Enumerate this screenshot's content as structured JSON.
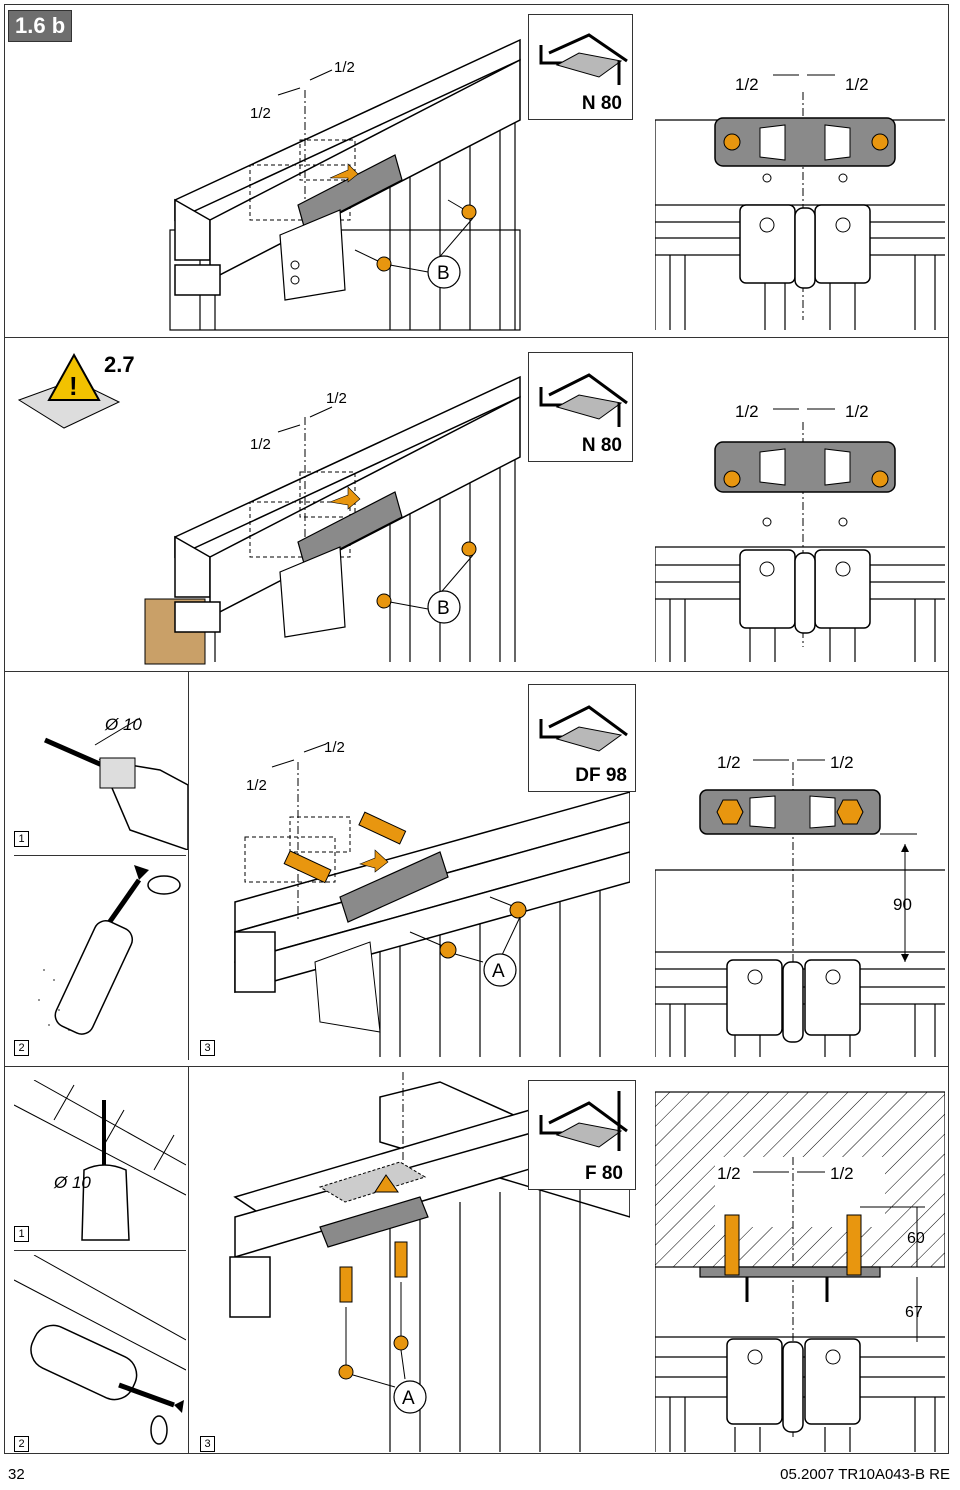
{
  "step_label": "1.6 b",
  "warning": {
    "ref": "2.7"
  },
  "panels": [
    {
      "profile": "N 80",
      "half_left": "1/2",
      "half_right": "1/2",
      "callout": "B"
    },
    {
      "profile": "N 80",
      "half_left": "1/2",
      "half_right": "1/2",
      "callout": "B"
    },
    {
      "profile": "DF 98",
      "half_left": "1/2",
      "half_right": "1/2",
      "callout": "A",
      "drill": "Ø 10",
      "dim": "90",
      "steps": [
        "1",
        "2",
        "3"
      ]
    },
    {
      "profile": "F 80",
      "half_left": "1/2",
      "half_right": "1/2",
      "callout": "A",
      "drill": "Ø 10",
      "dim_a": "60",
      "dim_b": "67",
      "steps": [
        "1",
        "2",
        "3"
      ]
    }
  ],
  "footer": {
    "page": "32",
    "doc": "05.2007  TR10A043-B  RE"
  },
  "colors": {
    "screw": "#e8960f",
    "plate": "#8a8a8a",
    "badge": "#6e6e6e",
    "profile_icon": "#b8b8b8"
  }
}
